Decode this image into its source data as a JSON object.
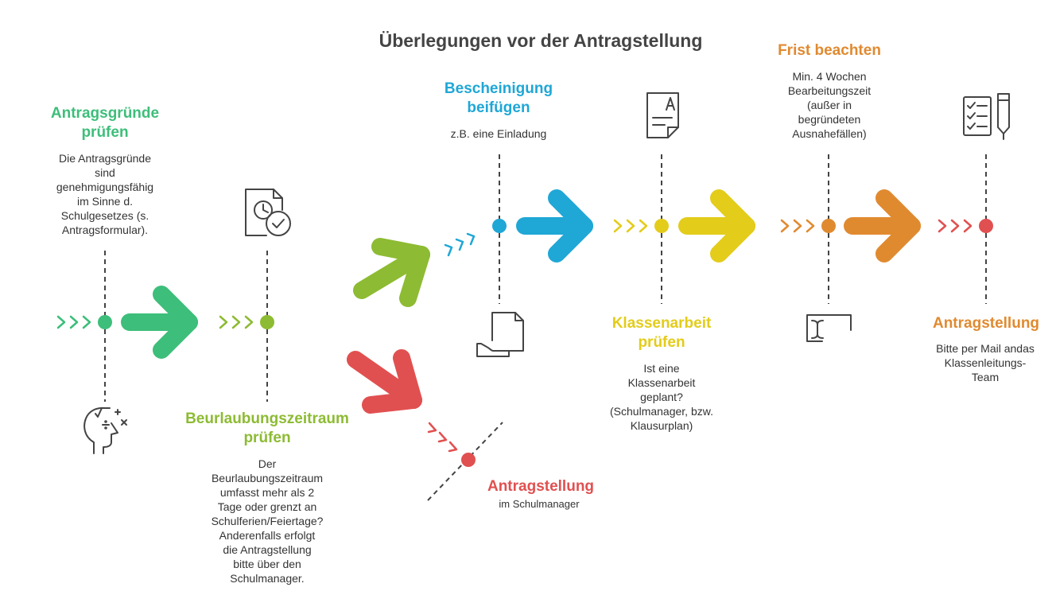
{
  "title": "Überlegungen vor der Antragstellung",
  "colors": {
    "green": "#3DBE7A",
    "olive": "#8DBB33",
    "blue": "#1FA7D6",
    "yellow": "#E3CC1A",
    "orange": "#E08A30",
    "red": "#E15050",
    "dark": "#333333"
  },
  "steps": {
    "gruende": {
      "title_l1": "Antragsgründe",
      "title_l2": "prüfen",
      "desc": [
        "Die Antragsgründe",
        "sind",
        "genehmigungsfähig",
        "im Sinne d.",
        "Schulgesetzes (s.",
        "Antragsformular)."
      ],
      "icon": "thinking-head-math-icon"
    },
    "zeitraum": {
      "title_l1": "Beurlaubungszeitraum",
      "title_l2": "prüfen",
      "desc": [
        "Der",
        "Beurlaubungszeitraum",
        "umfasst mehr als 2",
        "Tage oder grenzt an",
        "Schulferien/Feiertage?",
        "Anderenfalls erfolgt",
        "die Antragstellung",
        "bitte über den",
        "Schulmanager."
      ],
      "icon": "document-clock-check-icon"
    },
    "bescheinigung": {
      "title_l1": "Bescheinigung",
      "title_l2": "beifügen",
      "desc": [
        "z.B. eine Einladung"
      ],
      "icon": "hand-holding-document-icon"
    },
    "antrag_sm": {
      "title": "Antragstellung",
      "desc": "im Schulmanager"
    },
    "klassenarbeit": {
      "title_l1": "Klassenarbeit",
      "title_l2": "prüfen",
      "desc": [
        "Ist eine",
        "Klassenarbeit",
        "geplant?",
        "(Schulmanager, bzw.",
        "Klausurplan)"
      ],
      "icon": "graded-paper-icon"
    },
    "frist": {
      "title": "Frist beachten",
      "desc": [
        "Min. 4 Wochen",
        "Bearbeitungszeit",
        "(außer in",
        "begründeten",
        "Ausnahefällen)"
      ],
      "icon": "calendar-cursor-icon"
    },
    "antragstellung": {
      "title": "Antragstellung",
      "desc": [
        "Bitte per Mail andas",
        "Klassenleitungs-",
        "Team"
      ],
      "icon": "checklist-pen-icon"
    }
  }
}
